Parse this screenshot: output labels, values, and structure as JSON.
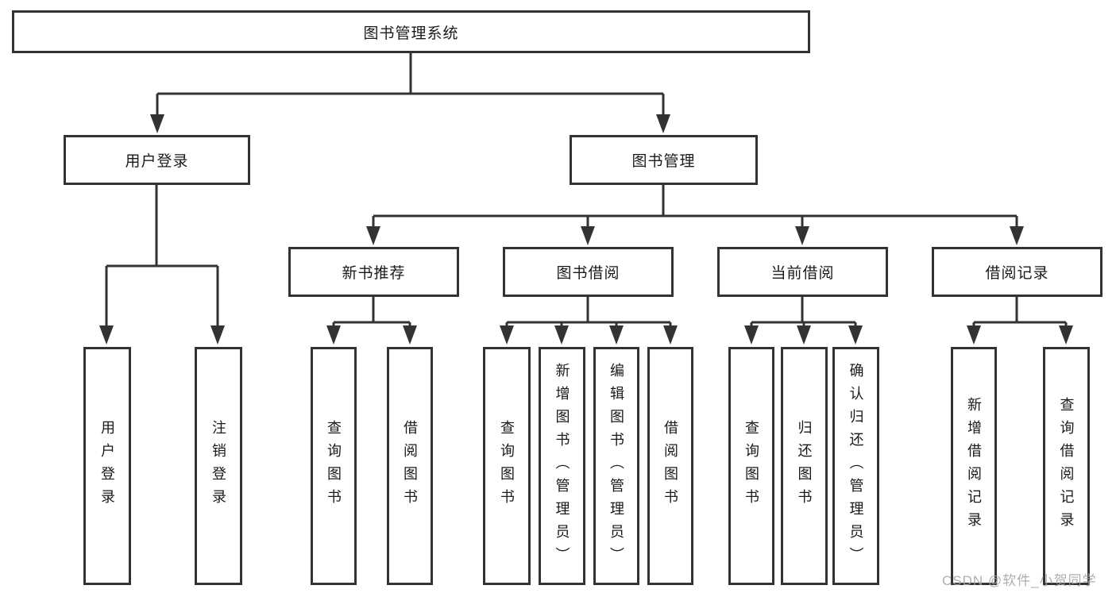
{
  "tree": {
    "root": {
      "label": "图书管理系统",
      "children": [
        {
          "label": "用户登录",
          "children": [
            {
              "label": "用户登录"
            },
            {
              "label": "注销登录"
            }
          ]
        },
        {
          "label": "图书管理",
          "children": [
            {
              "label": "新书推荐",
              "children": [
                {
                  "label": "查询图书"
                },
                {
                  "label": "借阅图书"
                }
              ]
            },
            {
              "label": "图书借阅",
              "children": [
                {
                  "label": "查询图书"
                },
                {
                  "label": "新增图书（管理员）"
                },
                {
                  "label": "编辑图书（管理员）"
                },
                {
                  "label": "借阅图书"
                }
              ]
            },
            {
              "label": "当前借阅",
              "children": [
                {
                  "label": "查询图书"
                },
                {
                  "label": "归还图书"
                },
                {
                  "label": "确认归还（管理员）"
                }
              ]
            },
            {
              "label": "借阅记录",
              "children": [
                {
                  "label": "新增借阅记录"
                },
                {
                  "label": "查询借阅记录"
                }
              ]
            }
          ]
        }
      ]
    }
  },
  "watermark": {
    "text": "CSDN @软件_小贺同学"
  },
  "colors": {
    "line": "#333333",
    "border": "#333333",
    "background": "#ffffff",
    "text": "#1a1a1a",
    "watermark": "#a6a6a6"
  }
}
